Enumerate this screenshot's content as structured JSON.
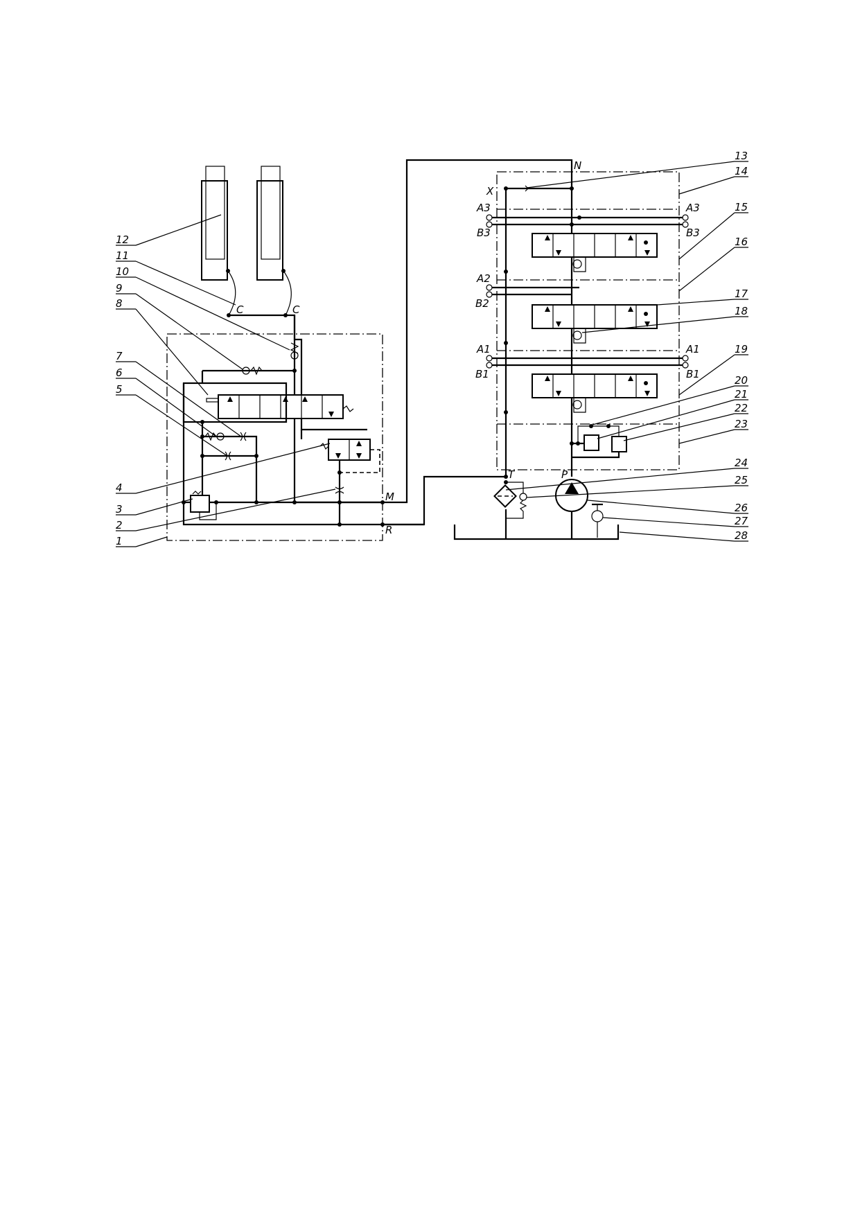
{
  "callouts": [
    "1",
    "2",
    "3",
    "4",
    "5",
    "6",
    "7",
    "8",
    "9",
    "10",
    "11",
    "12",
    "13",
    "14",
    "15",
    "16",
    "17",
    "18",
    "19",
    "20",
    "21",
    "22",
    "23",
    "24",
    "25",
    "26",
    "27",
    "28"
  ],
  "ports": {
    "c1": "C",
    "c2": "C",
    "m": "M",
    "r": "R",
    "n": "N",
    "x": "X",
    "t": "T",
    "p": "P",
    "a3l": "A3",
    "b3l": "B3",
    "a3r": "A3",
    "b3r": "B3",
    "a2l": "A2",
    "b2l": "B2",
    "a1l": "A1",
    "b1l": "B1",
    "a1r": "A1",
    "b1r": "B1"
  }
}
